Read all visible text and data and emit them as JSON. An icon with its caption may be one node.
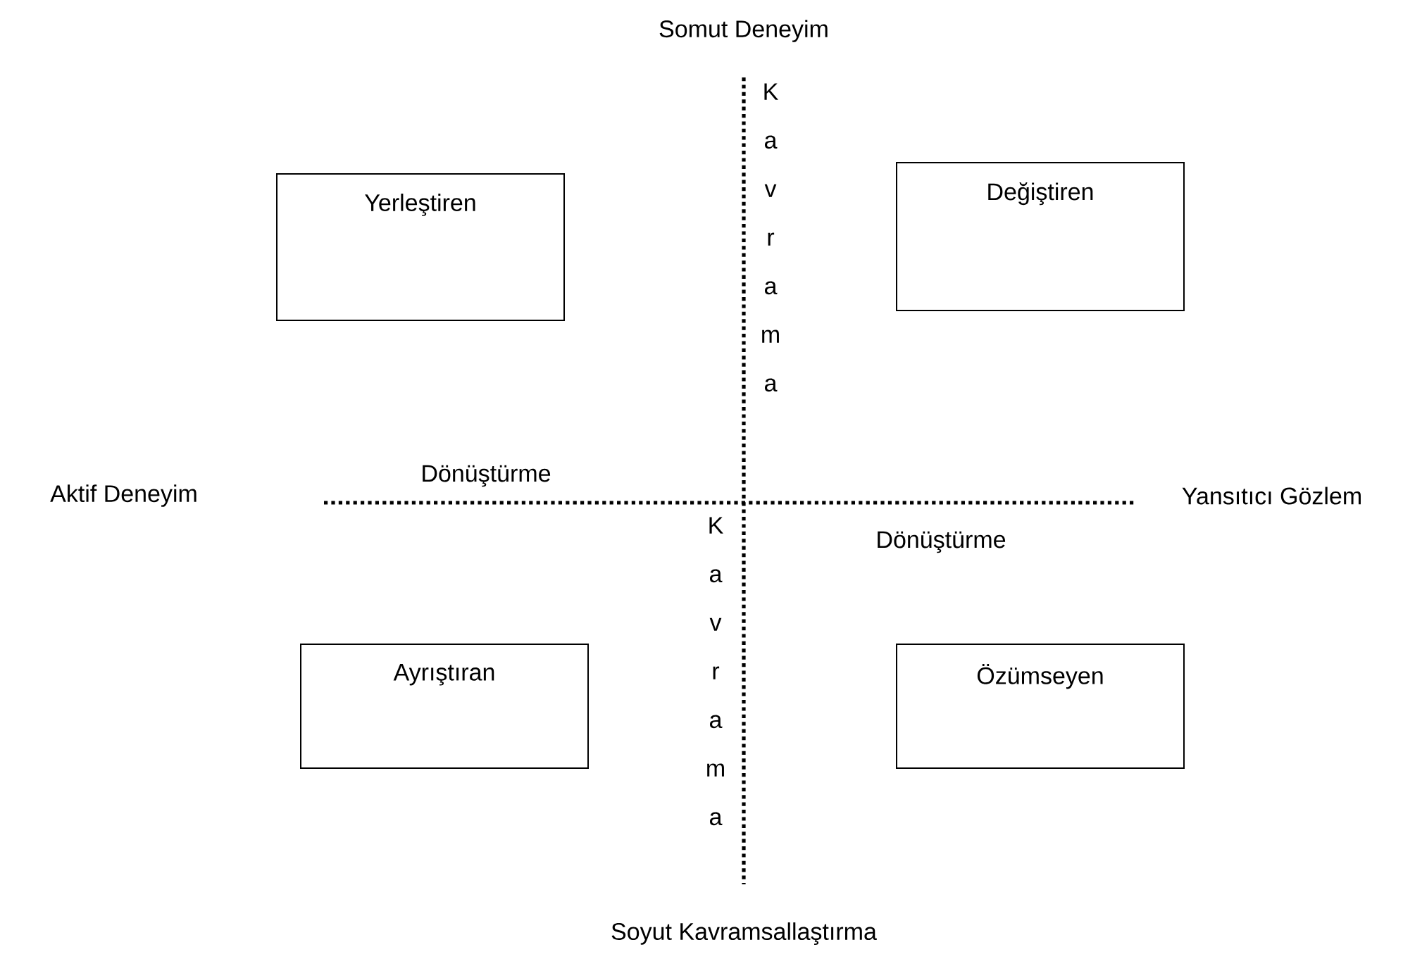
{
  "diagram": {
    "nodes": [
      {
        "text": [
          "Yerleştiren"
        ]
      },
      {
        "text": [
          "Değiştiren"
        ]
      },
      {
        "text": [
          "Ayrıştıran"
        ]
      },
      {
        "text": [
          "Özümseyen"
        ]
      }
    ],
    "labels": [
      "Somut Deneyim",
      "Kavrama",
      "Aktif Deneyim",
      "Dönüştürme",
      "Yansıtıcı Gözlem",
      "Kavrama",
      "Dönüştürme",
      "Soyut Kavramsallaştırma"
    ]
  }
}
